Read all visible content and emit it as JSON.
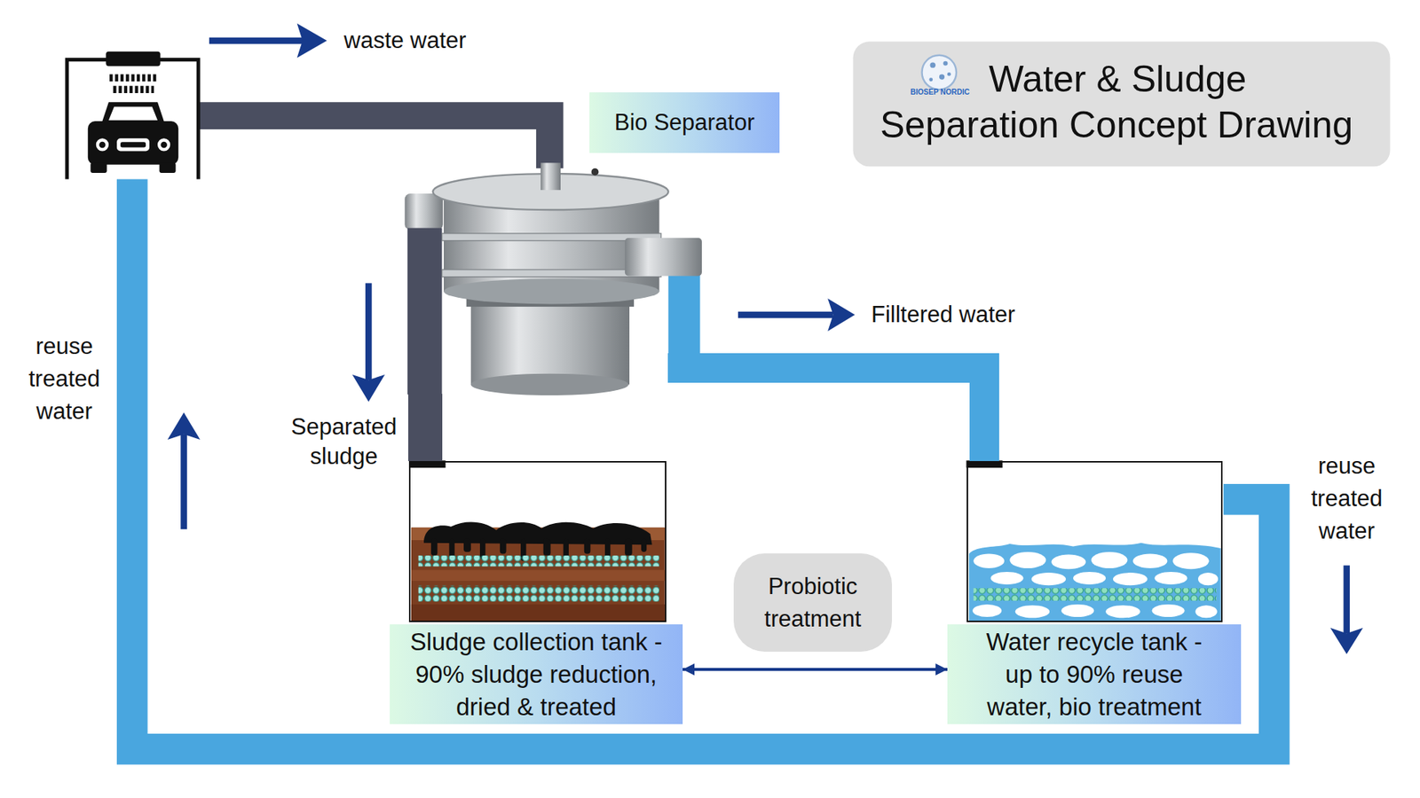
{
  "diagram": {
    "title": "Water & Sludge Separation Concept Drawing",
    "nodes": [
      {
        "text": [
          "Bio Separator"
        ]
      },
      {
        "text": [
          "Sludge collection tank - 90% sludge reduction, dried & treated"
        ]
      },
      {
        "text": [
          "Probiotic treatment"
        ]
      },
      {
        "text": [
          "Water recycle tank - up to 90% reuse water, bio treatment"
        ]
      }
    ],
    "edges": [
      {
        "from": 0,
        "to": 1,
        "arrow": "none"
      },
      {
        "from": 0,
        "to": 3,
        "arrow": "none"
      },
      {
        "from": 1,
        "to": 3,
        "arrow": "both"
      }
    ],
    "labels": [
      "waste water",
      "BIOSEP NORDIC",
      "reuse treated water",
      "Separated sludge",
      "Filltered water",
      "reuse treated water"
    ]
  }
}
